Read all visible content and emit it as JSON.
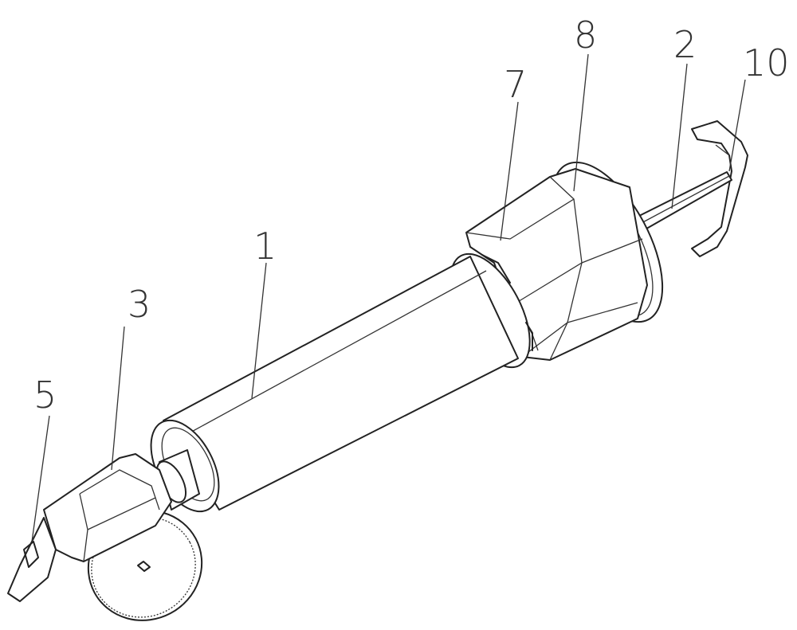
{
  "figure": {
    "labels": {
      "barrel": "1",
      "plunger_rod": "2",
      "nozzle_cap": "3",
      "tip": "5",
      "inner_ring": "7",
      "collar": "8",
      "thumb_press": "10"
    }
  }
}
